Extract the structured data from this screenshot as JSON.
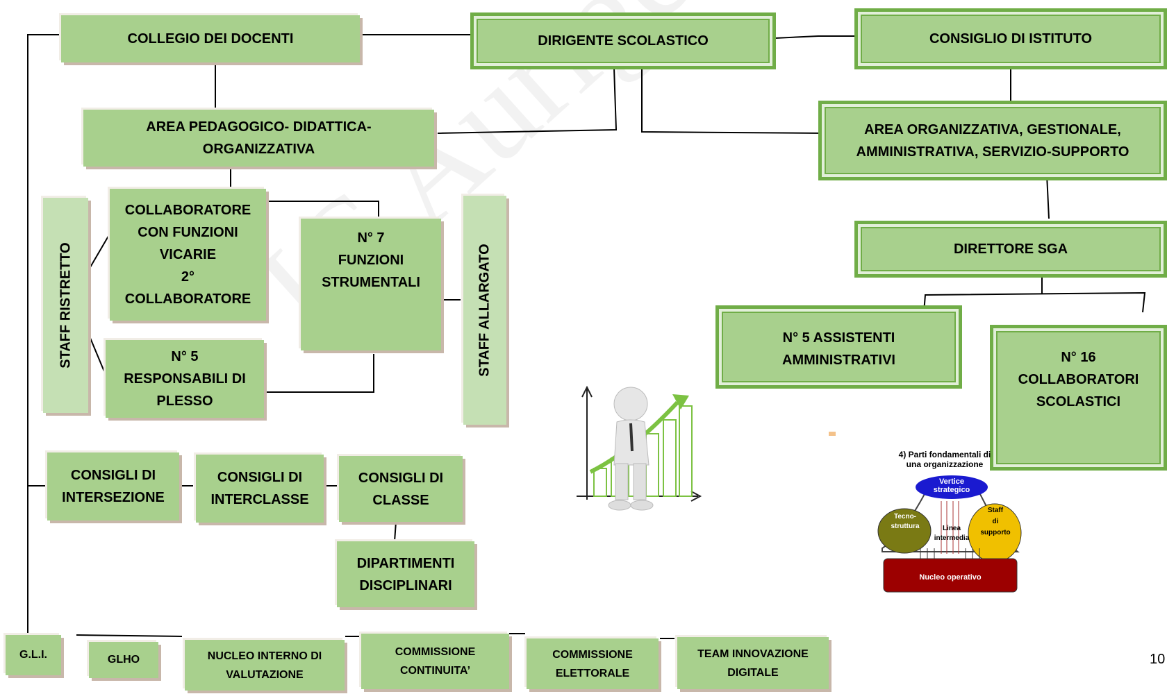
{
  "watermark": "IC Aurigemma",
  "page_number": "10",
  "boxes": {
    "collegio": "COLLEGIO DEI DOCENTI",
    "dirigente": "DIRIGENTE SCOLASTICO",
    "consiglio_istituto": "CONSIGLIO DI ISTITUTO",
    "area_pedagogica": "AREA PEDAGOGICO- DIDATTICA-\nORGANIZZATIVA",
    "area_organizzativa": "AREA ORGANIZZATIVA, GESTIONALE,\nAMMINISTRATIVA, SERVIZIO-SUPPORTO",
    "collaboratore": "COLLABORATORE\nCON FUNZIONI\nVICARIE\n2°\nCOLLABORATORE",
    "funzioni": "N° 7\nFUNZIONI\nSTRUMENTALI",
    "responsabili": "N° 5\nRESPONSABILI DI\nPLESSO",
    "staff_ristretto": "STAFF RISTRETTO",
    "staff_allargato": "STAFF ALLARGATO",
    "direttore": "DIRETTORE SGA",
    "assistenti": "N° 5 ASSISTENTI\nAMMINISTRATIVI",
    "collaboratori": "N° 16\nCOLLABORATORI\nSCOLASTICI",
    "intersezione": "CONSIGLI DI\nINTERSEZIONE",
    "interclasse": "CONSIGLI DI\nINTERCLASSE",
    "classe": "CONSIGLI DI\nCLASSE",
    "dipartimenti": "DIPARTIMENTI\nDISCIPLINARI",
    "gli": "G.L.I.",
    "glho": "GLHO",
    "nucleo": "NUCLEO INTERNO DI\nVALUTAZIONE",
    "continuita": "COMMISSIONE\nCONTINUITA’",
    "elettorale": "COMMISSIONE\nELETTORALE",
    "team": "TEAM INNOVAZIONE\nDIGITALE"
  },
  "org_figure": {
    "heading": "4) Parti fondamentali di\nuna organizzazione",
    "vertice": "Vertice\nstrategico",
    "tecno": "Tecno-\nstruttura",
    "staff": "Staff\ndi\nsupporto",
    "linea": "Linea\nintermedia",
    "nucleo": "Nucleo operativo"
  },
  "colors": {
    "box_fill": "#a8d08d",
    "border_green": "#70ad47",
    "shadow": "#c8b7aa"
  }
}
